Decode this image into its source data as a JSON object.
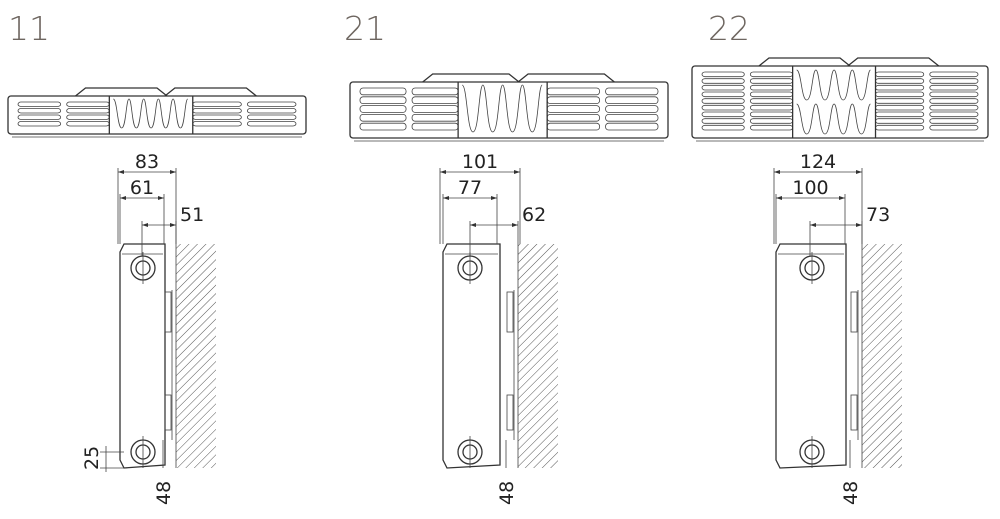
{
  "radiators": [
    {
      "type": "11",
      "depth_total": "83",
      "depth_body": "61",
      "pipe_offset": "51",
      "bottom_offset": "25",
      "pipe_spacing": "48"
    },
    {
      "type": "21",
      "depth_total": "101",
      "depth_body": "77",
      "pipe_offset": "62",
      "pipe_spacing": "48"
    },
    {
      "type": "22",
      "depth_total": "124",
      "depth_body": "100",
      "pipe_offset": "73",
      "pipe_spacing": "48"
    }
  ],
  "colors": {
    "label": "#6e6660",
    "line": "#333333"
  }
}
